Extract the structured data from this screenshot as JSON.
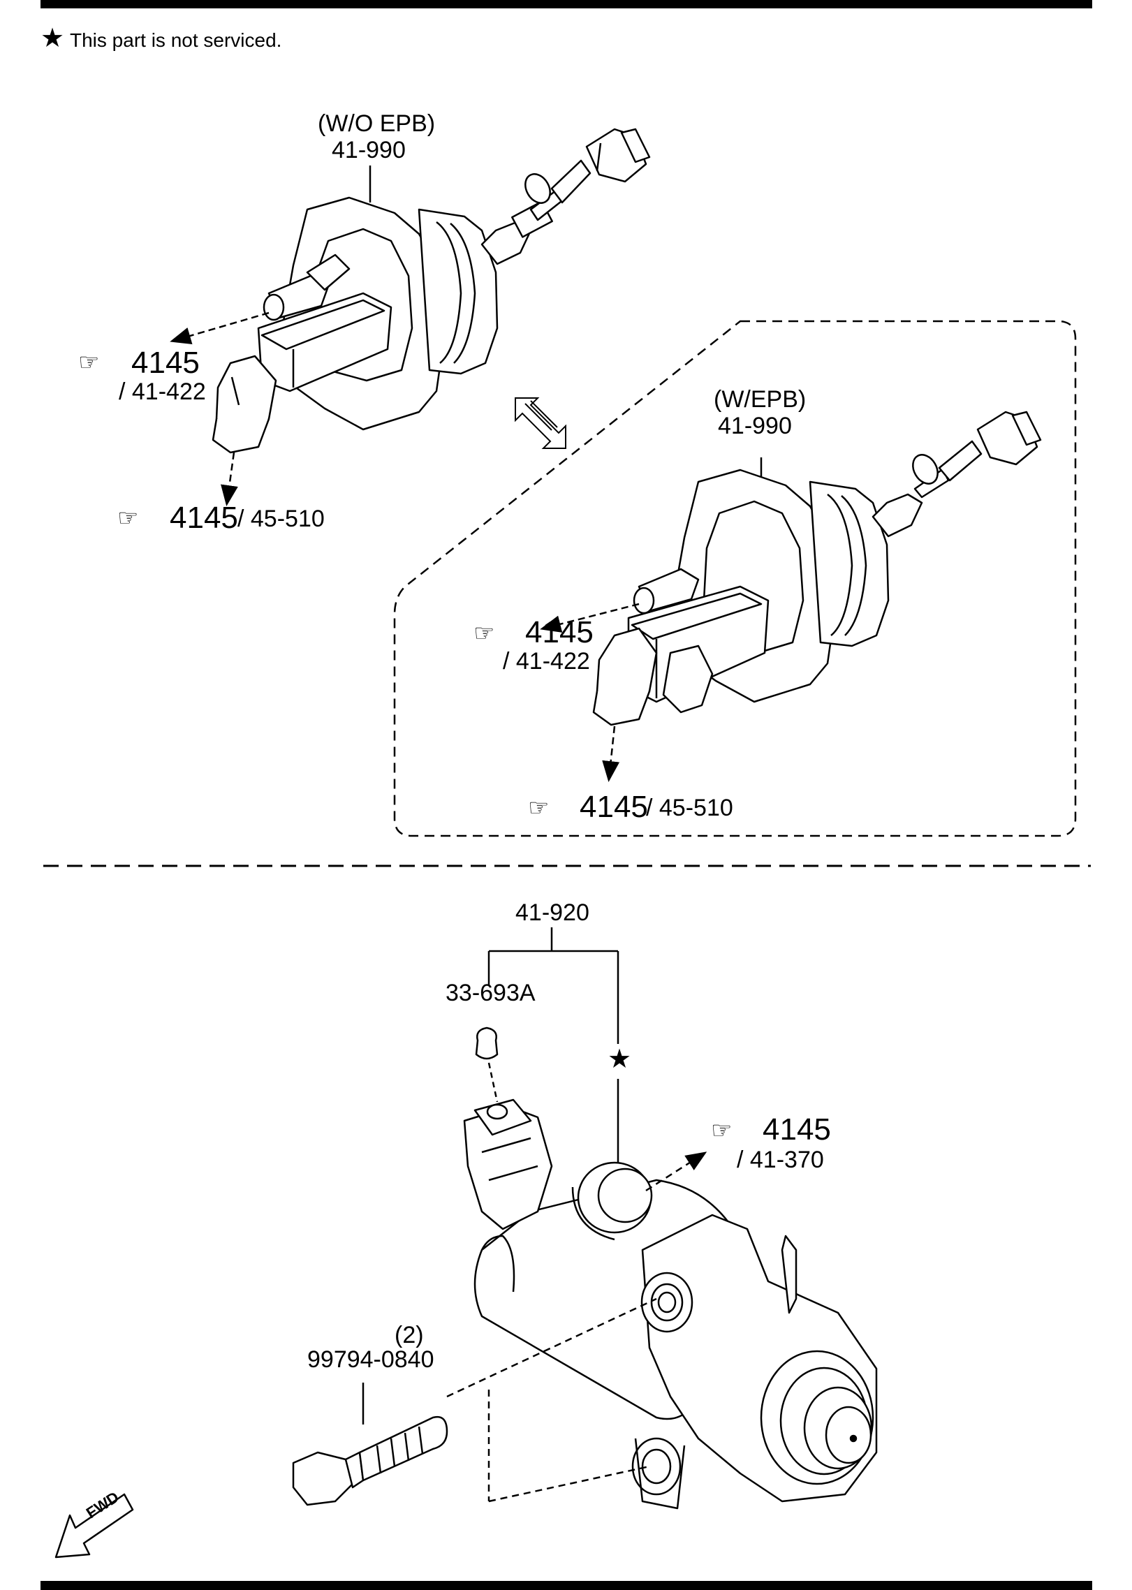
{
  "notice": {
    "star": "★",
    "text": "This part is not serviced."
  },
  "top_assembly_wo_epb": {
    "variant": "(W/O EPB)",
    "part": "41-990",
    "refs": [
      {
        "section": "4145",
        "sub": "/ 41-422"
      },
      {
        "section": "4145",
        "sub": "/ 45-510"
      }
    ]
  },
  "top_assembly_w_epb": {
    "variant": "(W/EPB)",
    "part": "41-990",
    "refs": [
      {
        "section": "4145",
        "sub": "/ 41-422"
      },
      {
        "section": "4145",
        "sub": "/ 45-510"
      }
    ]
  },
  "lower_assembly": {
    "group_part": "41-920",
    "bleeder_cap": "33-693A",
    "star": "★",
    "ref": {
      "section": "4145",
      "sub": "/ 41-370"
    },
    "bolt_qty": "(2)",
    "bolt_part": "99794-0840",
    "fwd_label": "FWD"
  },
  "icons": [
    "star-icon",
    "pointing-hand-icon",
    "alternate-arrow-icon",
    "fwd-arrow-icon"
  ]
}
